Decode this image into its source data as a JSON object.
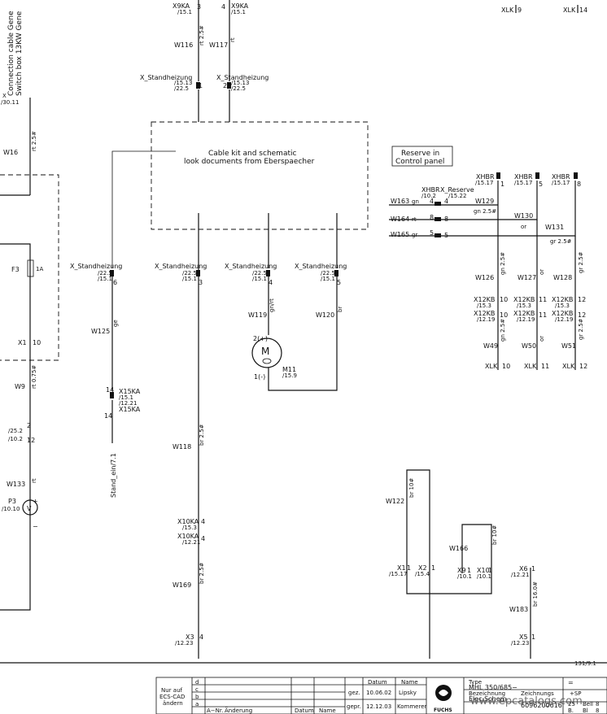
{
  "side_label": {
    "line1": "Connection cable Gene",
    "line2": "Switch box 13KW Gene"
  },
  "note": {
    "line1": "Cable kit and schematic",
    "line2": "look documents from Eberspaecher"
  },
  "reserve_box": {
    "line1": "Reserve in",
    "line2": "Control panel"
  },
  "labels": {
    "x9ka_a": "X9KA",
    "x9ka_a_ref": "/15.1",
    "x9ka_a_pin": "3",
    "x9ka_b": "X9KA",
    "x9ka_b_ref": "/15.1",
    "x9ka_b_pin": "4",
    "w116": "W116",
    "w116_spec": "rt 2.5#",
    "w117": "W117",
    "w117_spec": "rt",
    "xst_top1": "X_Standheizung",
    "xst_top1_ref1": "/15.13",
    "xst_top1_ref2": "/22.5",
    "xst_top1_pin": "1",
    "xst_top2": "X_Standheizung",
    "xst_top2_ref1": "/15.13",
    "xst_top2_ref2": "/22.5",
    "xst_top2_pin": "2",
    "x_left": "X",
    "x_left_ref": "/30.11",
    "w16": "W16",
    "w16_spec": "rt 2.5#",
    "xlk9": "XLK",
    "xlk9_pin": "9",
    "xlk14": "XLK",
    "xlk14_pin": "14",
    "xhbr1": "XHBR",
    "xhbr1_ref": "/15.17",
    "xhbr1_pin": "1",
    "xhbr2": "XHBR",
    "xhbr2_ref": "/15.17",
    "xhbr2_pin": "5",
    "xhbr3": "XHBR",
    "xhbr3_ref": "/15.17",
    "xhbr3_pin": "8",
    "xhbr_res": "XHBR",
    "x_reserve": "X_Reserve",
    "x_reserve_ref1": "/10.2",
    "x_reserve_ref2": "/15.22",
    "w163": "W163",
    "w163_c": "gn",
    "w163_p1": "4",
    "w163_p2": "4",
    "w164": "W164",
    "w164_c": "rt",
    "w164_p1": "8",
    "w164_p2": "8",
    "w165": "W165",
    "w165_c": "gr",
    "w165_p1": "5",
    "w165_p2": "5",
    "w129": "W129",
    "w129_spec": "gn 2.5#",
    "w130": "W130",
    "w130_spec": "or",
    "w131": "W131",
    "w131_spec": "gr 2.5#",
    "f3": "F3",
    "f3_rating": "1A",
    "xs1": "X_Standheizung",
    "xs1_ref": "/22.5",
    "xs1_ref2": "/15.1",
    "xs1_pin": "6",
    "xs2": "X_Standheizung",
    "xs2_ref": "/22.5",
    "xs2_ref2": "/15.1",
    "xs2_pin": "3",
    "xs3": "X_Standheizung",
    "xs3_ref": "/22.5",
    "xs3_ref2": "/15.1",
    "xs3_pin": "4",
    "xs4": "X_Standheizung",
    "xs4_ref": "/22.5",
    "xs4_ref2": "/15.1",
    "xs4_pin": "5",
    "w126": "W126",
    "w126_spec": "gn 2.5#",
    "w127": "W127",
    "w127_spec": "or",
    "w128": "W128",
    "w128_spec": "gr 2.5#",
    "x12kb_1a": "X12KB",
    "x12kb_1a_ref": "/15.3",
    "x12kb_1a_pin": "10",
    "x12kb_1b": "X12KB",
    "x12kb_1b_ref": "/12.19",
    "x12kb_1b_pin": "10",
    "x12kb_2a": "X12KB",
    "x12kb_2a_ref": "/15.3",
    "x12kb_2a_pin": "11",
    "x12kb_2b": "X12KB",
    "x12kb_2b_ref": "/12.19",
    "x12kb_2b_pin": "11",
    "x12kb_3a": "X12KB",
    "x12kb_3a_ref": "/15.3",
    "x12kb_3a_pin": "12",
    "x12kb_3b": "X12KB",
    "x12kb_3b_ref": "/12.19",
    "x12kb_3b_pin": "12",
    "w119": "W119",
    "w119_spec": "gn/rt",
    "w120": "W120",
    "w120_spec": "br",
    "w125": "W125",
    "w125_spec": "ge",
    "x1": "X1",
    "x1_pin": "10",
    "w49": "W49",
    "w49_spec": "gn 2.5#",
    "w50": "W50",
    "w50_spec": "or",
    "w51": "W51",
    "w51_spec": "gr 2.5#",
    "xlk10": "XLK",
    "xlk10_pin": "10",
    "xlk11": "XLK",
    "xlk11_pin": "11",
    "xlk12": "XLK",
    "xlk12_pin": "12",
    "w9": "W9",
    "w9_spec": "rt 0.75#",
    "m11_plus": "2(+)",
    "m11_minus": "1(-)",
    "m11": "M11",
    "m11_ref": "/15.9",
    "m_letter": "M",
    "x15ka_a": "X15KA",
    "x15ka_a_ref": "/15.1",
    "x15ka_b_ref": "/12.21",
    "x15ka_b": "X15KA",
    "x15ka_pin": "14",
    "x15ka_pin2": "14",
    "ref_25_2": "/25.2",
    "ref_10_2": "/10.2",
    "pin_2": "2",
    "pin_12": "12",
    "w118": "W118",
    "w118_spec": "br 2.5#",
    "stand_ein": "Stand_ein/7.1",
    "w133": "W133",
    "w133_spec": "rt",
    "w122": "W122",
    "w122_spec": "br 10#",
    "p3": "P3",
    "p3_ref": "/10.10",
    "v_letter": "V",
    "plus": "+",
    "minus": "−",
    "x10ka_a": "X10KA",
    "x10ka_a_ref": "/15.3",
    "x10ka_a_pin": "4",
    "x10ka_b": "X10KA",
    "x10ka_b_ref": "/12.21",
    "x10ka_b_pin": "4",
    "w166": "W166",
    "w166_spec": "br 10#",
    "w169": "W169",
    "w169_spec": "br 2.5#",
    "x1b": "X1",
    "x1b_ref": "/15.17",
    "x1b_pin": "1",
    "x2": "X2",
    "x2_ref": "/15.4",
    "x2_pin": "1",
    "x9": "X9",
    "x9_ref": "/10.1",
    "x9_pin": "1",
    "x10": "X10",
    "x10_ref": "/10.1",
    "x10_pin": "1",
    "x6": "X6",
    "x6_ref": "/12.21",
    "x6_pin": "1",
    "w183": "W183",
    "w183_spec": "br 16.0#",
    "x3": "X3",
    "x3_ref": "/12.23",
    "x3_pin": "4",
    "x5": "X5",
    "x5_ref": "/12.23",
    "x5_pin": "1",
    "page_ref": "131/9.1"
  },
  "title_block": {
    "note1": "Nur auf",
    "note2": "ECS-CAD",
    "note3": "ändern",
    "rev_d": "d",
    "rev_c": "c",
    "rev_b": "b",
    "rev_a": "a",
    "col_nr": "A−Nr.",
    "col_change": "Änderung",
    "col_date": "Datum",
    "col_name": "Name",
    "hdr_date": "Datum",
    "hdr_name": "Name",
    "gez": "gez.",
    "gez_date": "10.06.02",
    "gez_name": "Lipsky",
    "gepr": "gepr.",
    "gepr_date": "12.12.03",
    "gepr_name": "Kommerer",
    "brand": "FUCHS",
    "type_label": "Type",
    "type_value": "MHL 350/685−",
    "desc_label": "Bezeichnung",
    "desc_value": "Elec.Schem",
    "drawing_label": "Zeichnungs",
    "drawing_value": "6096200616",
    "eq": "=",
    "plus_sp": "+SP",
    "sheet_label": "Bell",
    "sheet_no": "8",
    "of_label": "Bl",
    "of_no": "8",
    "a1": "25",
    "a2": "B.",
    "watermark": "www.epcatalogs.com"
  }
}
